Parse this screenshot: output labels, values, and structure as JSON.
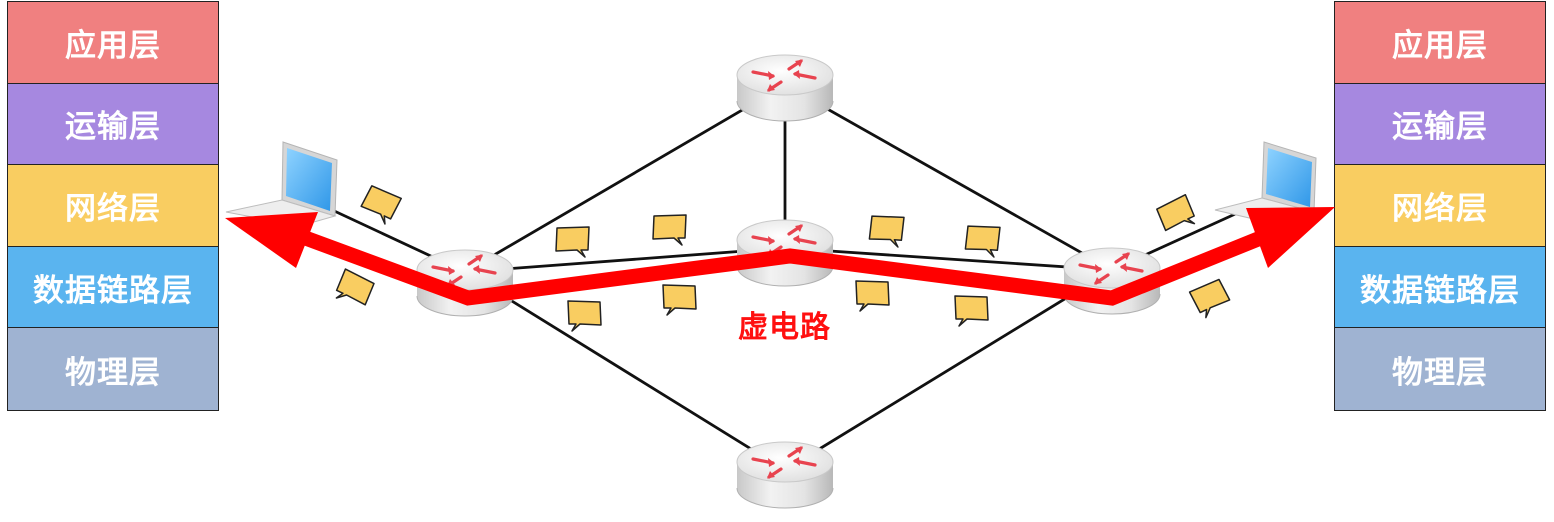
{
  "left_stack": {
    "layers": [
      "应用层",
      "运输层",
      "网络层",
      "数据链路层",
      "物理层"
    ]
  },
  "right_stack": {
    "layers": [
      "应用层",
      "运输层",
      "网络层",
      "数据链路层",
      "物理层"
    ]
  },
  "virtual_circuit_label": "虚电路",
  "colors": {
    "application": "#f08080",
    "transport": "#a688e0",
    "network": "#f9cd61",
    "datalink": "#5ab4ef",
    "physical": "#9fb3d2",
    "virtual_circuit": "#ff0000",
    "packet": "#f9cd61"
  },
  "icons": {
    "host": "laptop-icon",
    "router": "router-icon",
    "packet": "packet-icon"
  }
}
